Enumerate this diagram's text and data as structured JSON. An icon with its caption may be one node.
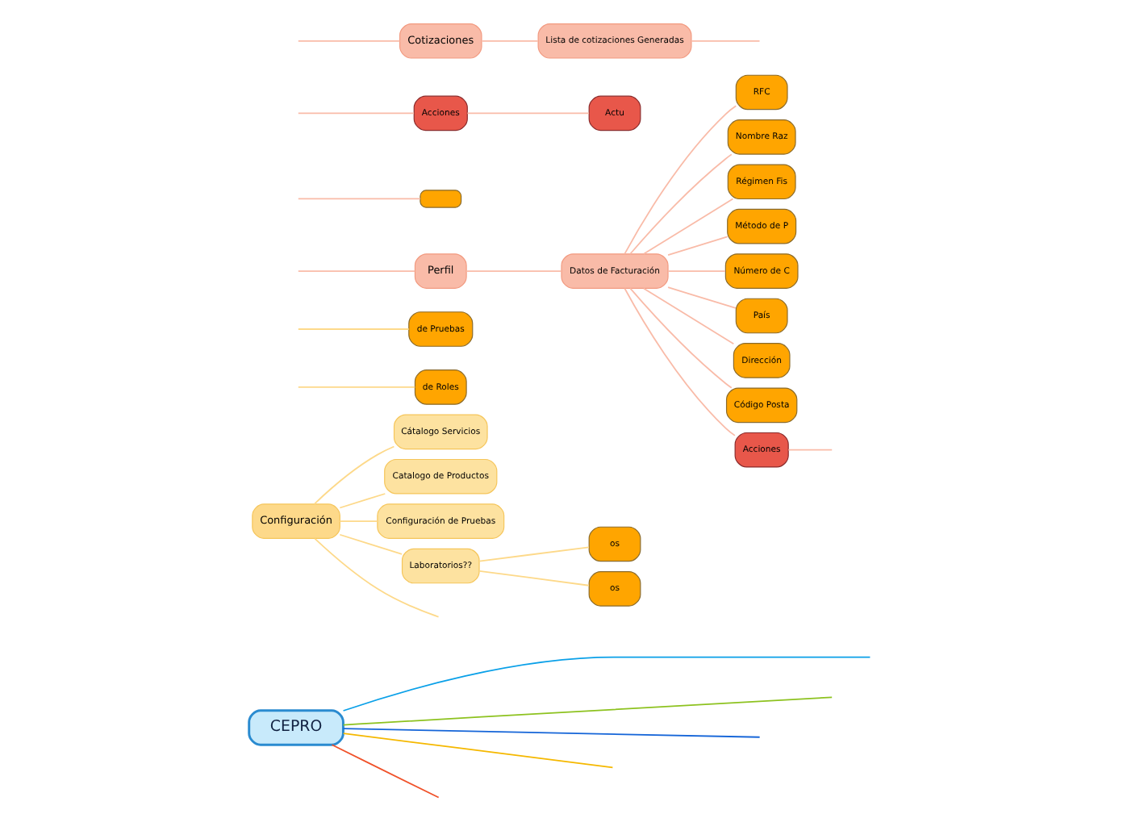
{
  "diagram": {
    "nodes": [
      {
        "text": [
          "CEPRO"
        ]
      },
      {
        "text": [
          "Configuración"
        ]
      },
      {
        "text": [
          "de Roles"
        ]
      },
      {
        "text": [
          "Cátalogo Servicios"
        ]
      },
      {
        "text": [
          "Catalogo de Productos"
        ]
      },
      {
        "text": [
          "Configuración de Pruebas"
        ]
      },
      {
        "text": [
          "Laboratorios??"
        ]
      },
      {
        "text": [
          "os"
        ]
      },
      {
        "text": [
          "os"
        ]
      },
      {
        "text": [
          "de Pruebas"
        ]
      },
      {
        "text": [
          "Perfil"
        ]
      },
      {
        "text": [],
        "shape": "box"
      },
      {
        "text": [
          "Acciones"
        ]
      },
      {
        "text": [
          "Actu"
        ]
      },
      {
        "text": [
          "Datos de Facturación"
        ]
      },
      {
        "text": [
          "RFC"
        ]
      },
      {
        "text": [
          "Nombre Raz"
        ]
      },
      {
        "text": [
          "Régimen Fis"
        ]
      },
      {
        "text": [
          "Método de P"
        ]
      },
      {
        "text": [
          "Número de C"
        ]
      },
      {
        "text": [
          "País"
        ]
      },
      {
        "text": [
          "Dirección"
        ]
      },
      {
        "text": [
          "Código Posta"
        ]
      },
      {
        "text": [
          "Acciones"
        ]
      },
      {
        "text": [
          "Cotizaciones"
        ]
      },
      {
        "text": [
          "Lista de cotizaciones Generadas"
        ]
      }
    ],
    "edges": [
      {
        "from": 0,
        "to": null,
        "arrow": "none",
        "color": "#0aa0e8"
      },
      {
        "from": 0,
        "to": null,
        "arrow": "none",
        "color": "#8dc21f"
      },
      {
        "from": 0,
        "to": null,
        "arrow": "none",
        "color": "#1565d8"
      },
      {
        "from": 0,
        "to": null,
        "arrow": "none",
        "color": "#f5b800"
      },
      {
        "from": 0,
        "to": null,
        "arrow": "none",
        "color": "#f0522a"
      },
      {
        "from": null,
        "to": 2,
        "arrow": "none",
        "color": "#fdd98a"
      },
      {
        "from": 1,
        "to": 3,
        "arrow": "none",
        "color": "#fdd98a"
      },
      {
        "from": 1,
        "to": 4,
        "arrow": "none",
        "color": "#fdd98a"
      },
      {
        "from": 1,
        "to": 5,
        "arrow": "none",
        "color": "#fdd98a"
      },
      {
        "from": 1,
        "to": 6,
        "arrow": "none",
        "color": "#fdd98a"
      },
      {
        "from": 6,
        "to": 7,
        "arrow": "none",
        "color": "#fdd98a"
      },
      {
        "from": 6,
        "to": 8,
        "arrow": "none",
        "color": "#fdd98a"
      },
      {
        "from": 1,
        "to": null,
        "arrow": "none",
        "color": "#fdd98a"
      },
      {
        "from": null,
        "to": 9,
        "arrow": "none",
        "color": "#fdd98a"
      },
      {
        "from": null,
        "to": 10,
        "arrow": "none",
        "color": "#f9bba8"
      },
      {
        "from": null,
        "to": 11,
        "arrow": "none",
        "color": "#f9bba8"
      },
      {
        "from": null,
        "to": 12,
        "arrow": "none",
        "color": "#f9bba8"
      },
      {
        "from": 12,
        "to": 13,
        "arrow": "none",
        "color": "#f9bba8"
      },
      {
        "from": 10,
        "to": 14,
        "arrow": "none",
        "color": "#f9bba8"
      },
      {
        "from": 14,
        "to": 15,
        "arrow": "none",
        "color": "#f9bba8"
      },
      {
        "from": 14,
        "to": 16,
        "arrow": "none",
        "color": "#f9bba8"
      },
      {
        "from": 14,
        "to": 17,
        "arrow": "none",
        "color": "#f9bba8"
      },
      {
        "from": 14,
        "to": 18,
        "arrow": "none",
        "color": "#f9bba8"
      },
      {
        "from": 14,
        "to": 19,
        "arrow": "none",
        "color": "#f9bba8"
      },
      {
        "from": 14,
        "to": 20,
        "arrow": "none",
        "color": "#f9bba8"
      },
      {
        "from": 14,
        "to": 21,
        "arrow": "none",
        "color": "#f9bba8"
      },
      {
        "from": 14,
        "to": 22,
        "arrow": "none",
        "color": "#f9bba8"
      },
      {
        "from": 14,
        "to": 23,
        "arrow": "none",
        "color": "#f9bba8"
      },
      {
        "from": 23,
        "to": null,
        "arrow": "none",
        "color": "#f9bba8"
      },
      {
        "from": null,
        "to": 24,
        "arrow": "none",
        "color": "#f9bba8"
      },
      {
        "from": 24,
        "to": 25,
        "arrow": "none",
        "color": "#f9bba8"
      },
      {
        "from": 25,
        "to": null,
        "arrow": "none",
        "color": "#f9bba8"
      }
    ]
  }
}
